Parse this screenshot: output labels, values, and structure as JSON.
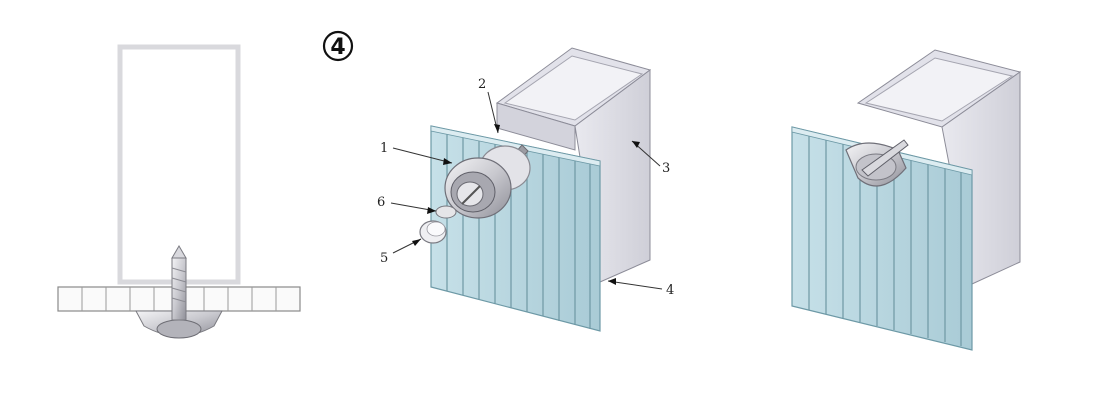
{
  "step": {
    "number": "4"
  },
  "colors": {
    "panel": "#b7d6df",
    "panel_edge": "#7fa9b6",
    "profile": "#d7d7df",
    "profile_dark": "#b9b9c4",
    "metal": "#cfcfd3",
    "line": "#333333"
  },
  "callouts": [
    {
      "id": "1",
      "text": "1"
    },
    {
      "id": "2",
      "text": "2"
    },
    {
      "id": "3",
      "text": "3"
    },
    {
      "id": "4",
      "text": "4"
    },
    {
      "id": "5",
      "text": "5"
    },
    {
      "id": "6",
      "text": "6"
    }
  ],
  "icons": {
    "cross_section": "cross-section-diagram",
    "exploded": "exploded-assembly-view",
    "assembled": "assembled-view"
  }
}
